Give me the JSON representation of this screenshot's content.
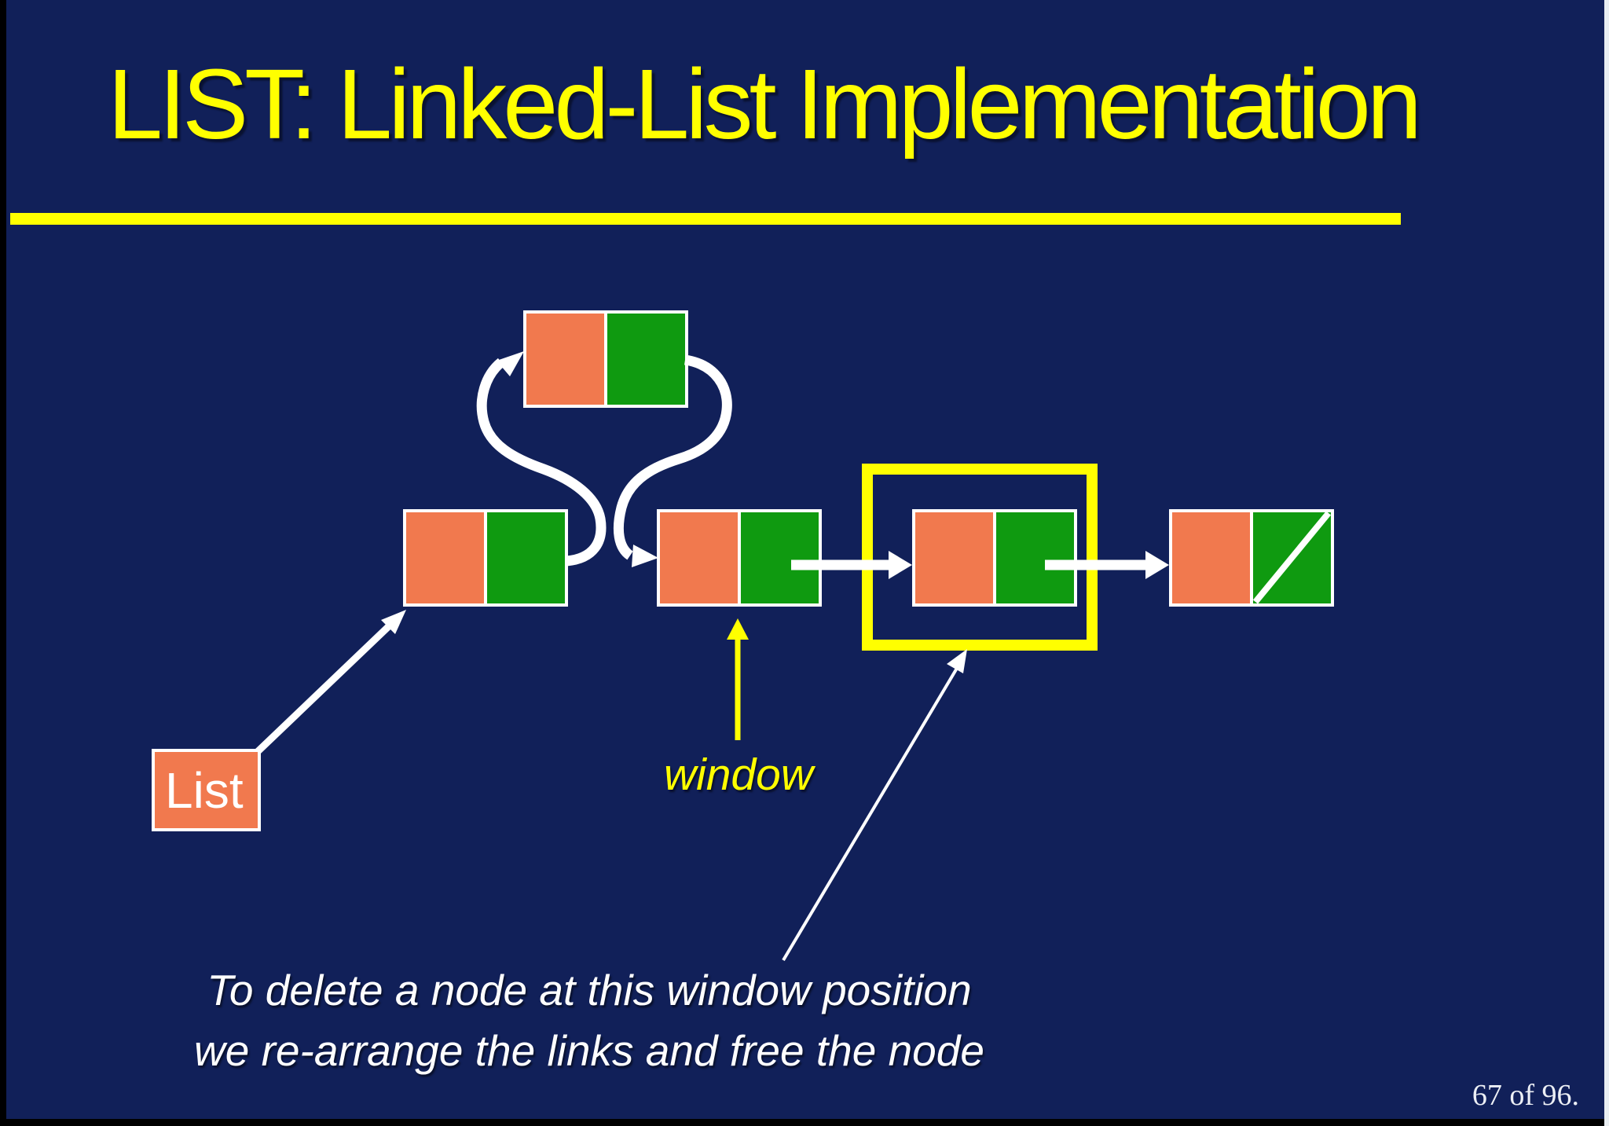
{
  "slide": {
    "title": "LIST: Linked-List Implementation",
    "page_indicator": "67 of 96.",
    "labels": {
      "list_pointer": "List",
      "window": "window"
    },
    "caption": {
      "line1": "To delete a node at this window position",
      "line2": "we re-arrange the links and free the node"
    },
    "colors": {
      "background": "#112059",
      "title": "#ffff00",
      "accent_yellow": "#ffff00",
      "node_data": "#f1794e",
      "node_pointer": "#0f9a10",
      "arrow_white": "#ffffff",
      "text_white": "#ffffff"
    },
    "diagram": {
      "node_structure": [
        "data-cell (orange)",
        "next-pointer-cell (green)"
      ],
      "nodes": [
        {
          "id": "top-node",
          "role": "node linked above the list by re-arranged pointers"
        },
        {
          "id": "node-1",
          "role": "first row node, pointed to by List"
        },
        {
          "id": "node-2",
          "role": "node at window position (yellow arrow below)"
        },
        {
          "id": "node-3",
          "role": "node highlighted by yellow box (to be freed)"
        },
        {
          "id": "node-4",
          "role": "last node, next pointer null (diagonal slash)"
        }
      ],
      "links": [
        {
          "from": "node-1",
          "to": "top-node",
          "style": "curved-white-arrow"
        },
        {
          "from": "top-node",
          "to": "node-2",
          "style": "curved-white-arrow"
        },
        {
          "from": "node-2",
          "to": "node-3",
          "style": "straight-white-arrow"
        },
        {
          "from": "node-3",
          "to": "node-4",
          "style": "straight-white-arrow"
        },
        {
          "from": "List-box",
          "to": "node-1",
          "style": "straight-white-arrow"
        },
        {
          "from": "caption",
          "to": "highlight-box",
          "style": "thin-white-arrow"
        },
        {
          "from": "window-label",
          "to": "node-2",
          "style": "yellow-up-arrow"
        }
      ]
    }
  }
}
